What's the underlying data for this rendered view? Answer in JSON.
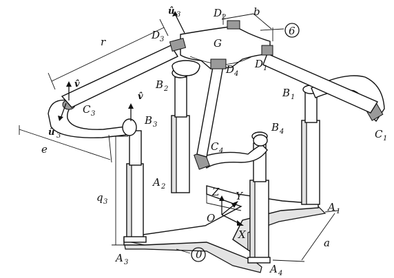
{
  "figure": {
    "labels": {
      "u3_top": "û",
      "u3_top_sub": "3",
      "D2": "D",
      "D2_sub": "2",
      "b": "b",
      "six": "6",
      "r": "r",
      "D3": "D",
      "D3_sub": "3",
      "G": "G",
      "v_left": "v̂",
      "B2": "B",
      "B2_sub": "2",
      "D4": "D",
      "D4_sub": "4",
      "D1": "D",
      "D1_sub": "1",
      "B1": "B",
      "B1_sub": "1",
      "C3": "C",
      "C3_sub": "3",
      "v_mid": "v̂",
      "B3": "B",
      "B3_sub": "3",
      "u3_left": "û",
      "u3_left_sub": "3",
      "C1": "C",
      "C1_sub": "1",
      "e": "e",
      "B4": "B",
      "B4_sub": "4",
      "C4": "C",
      "C4_sub": "4",
      "A2": "A",
      "A2_sub": "2",
      "q3": "q",
      "q3_sub": "3",
      "Z": "Z",
      "Y": "Y",
      "A1": "A",
      "A1_sub": "1",
      "O": "O",
      "X": "X",
      "zero": "0",
      "A3": "A",
      "A3_sub": "3",
      "a": "a",
      "A4": "A",
      "A4_sub": "4"
    }
  }
}
